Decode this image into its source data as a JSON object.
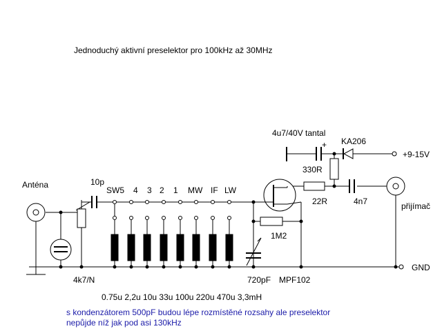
{
  "title": "Jednoduchý aktivní preselektor pro 100kHz až 30MHz",
  "labels": {
    "antenna": "Anténa",
    "cap_in": "10p",
    "pot": "4k7/N",
    "cap_tantal": "4u7/40V tantal",
    "tantal_plus": "+",
    "diode": "KA206",
    "supply": "+9-15V",
    "res_330": "330R",
    "res_22": "22R",
    "cap_out": "4n7",
    "receiver": "přijímač",
    "res_1m2": "1M2",
    "gnd": "GND",
    "var_cap": "720pF",
    "fet": "MPF102",
    "inductances": "0.75u 2,2u 10u 33u 100u 220u 470u 3,3mH"
  },
  "switch_positions": [
    "SW5",
    "4",
    "3",
    "2",
    "1",
    "MW",
    "IF",
    "LW"
  ],
  "notes": [
    "s kondenzátorem 500pF budou lépe rozmístěné rozsahy ale preselektor",
    " nepůjde níž jak pod asi 130kHz"
  ]
}
